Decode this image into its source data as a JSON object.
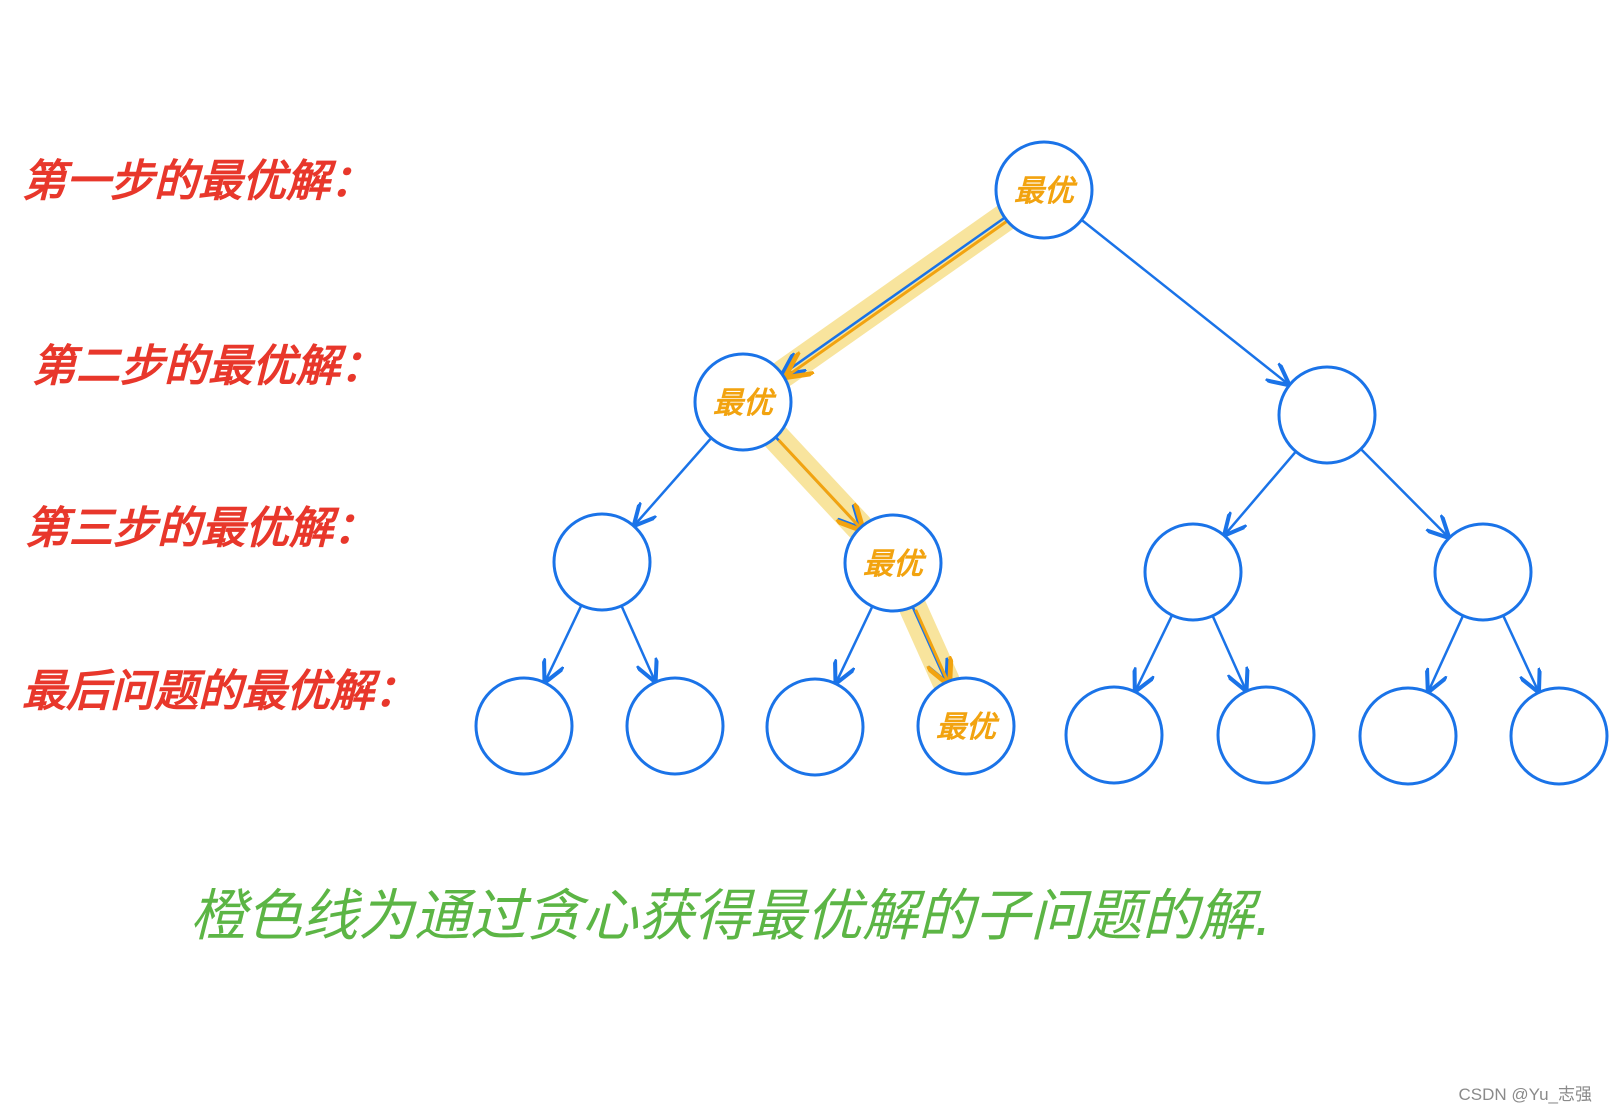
{
  "step_labels": [
    "第一步的最优解：",
    "第二步的最优解：",
    "第三步的最优解：",
    "最后问题的最优解："
  ],
  "node_label": "最优",
  "caption": "橙色线为通过贪心获得最优解的子问题的解.",
  "watermark": "CSDN @Yu_志强",
  "colors": {
    "label": "#e8372b",
    "node_stroke": "#1a73e8",
    "best_path": "#f2a30f",
    "highlight": "#f7df8c",
    "caption": "#5cb545"
  }
}
